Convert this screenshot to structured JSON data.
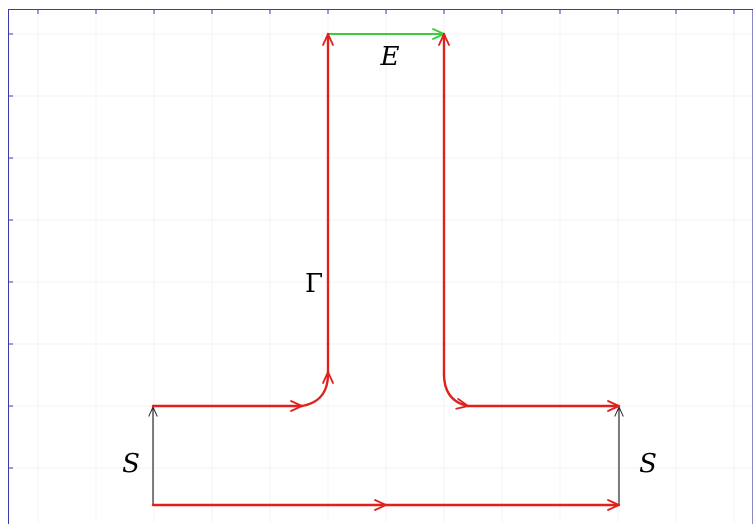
{
  "labels": {
    "gamma": "Γ",
    "e": "E",
    "s_left": "S",
    "s_right": "S"
  },
  "colors": {
    "frame": "#3a3aa8",
    "tick": "#3a3aa8",
    "grid": "#f3f3f6",
    "contour": "#e0201c",
    "e_segment": "#3ccd3c",
    "s_segment": "#2b2b2b",
    "text": "#000000"
  }
}
